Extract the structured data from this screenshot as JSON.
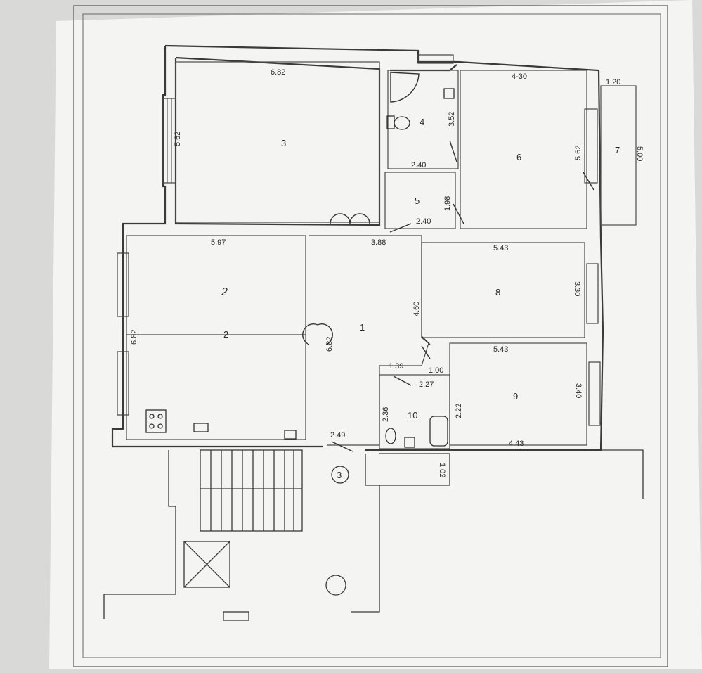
{
  "rooms": [
    {
      "id": "1",
      "label": "1"
    },
    {
      "id": "2",
      "label": "2"
    },
    {
      "id": "3",
      "label": "3"
    },
    {
      "id": "4",
      "label": "4"
    },
    {
      "id": "5",
      "label": "5"
    },
    {
      "id": "6",
      "label": "6"
    },
    {
      "id": "7",
      "label": "7"
    },
    {
      "id": "8",
      "label": "8"
    },
    {
      "id": "9",
      "label": "9"
    },
    {
      "id": "10",
      "label": "10"
    }
  ],
  "dimensions": {
    "room3_width": "6.82",
    "room3_height": "5.62",
    "room6_width": "4-30",
    "room4_height": "3.52",
    "balcony_width": "1.20",
    "balcony_length": "5.00",
    "room6_height": "5.62",
    "room4_5_width": "2.40",
    "room5_height": "1.98",
    "room5_width": "2.40",
    "corridor_width": "3.88",
    "room2_width": "5.97",
    "room2_height": "6.82",
    "hall_length": "6.82",
    "room8_width": "5.43",
    "room8_height": "3.30",
    "hall_wall": "4.60",
    "room9_width": "5.43",
    "room9_height": "3.40",
    "bath_left": "1.39",
    "bath_door": "1.00",
    "bath_width": "2.27",
    "bath_height": "2.36",
    "bath_right": "2.22",
    "room9_bottom": "4.43",
    "entry_width": "2.49",
    "stair_offset": "1.02"
  },
  "entrance_marker": "3",
  "handwritten": {
    "room2_note": "2"
  }
}
